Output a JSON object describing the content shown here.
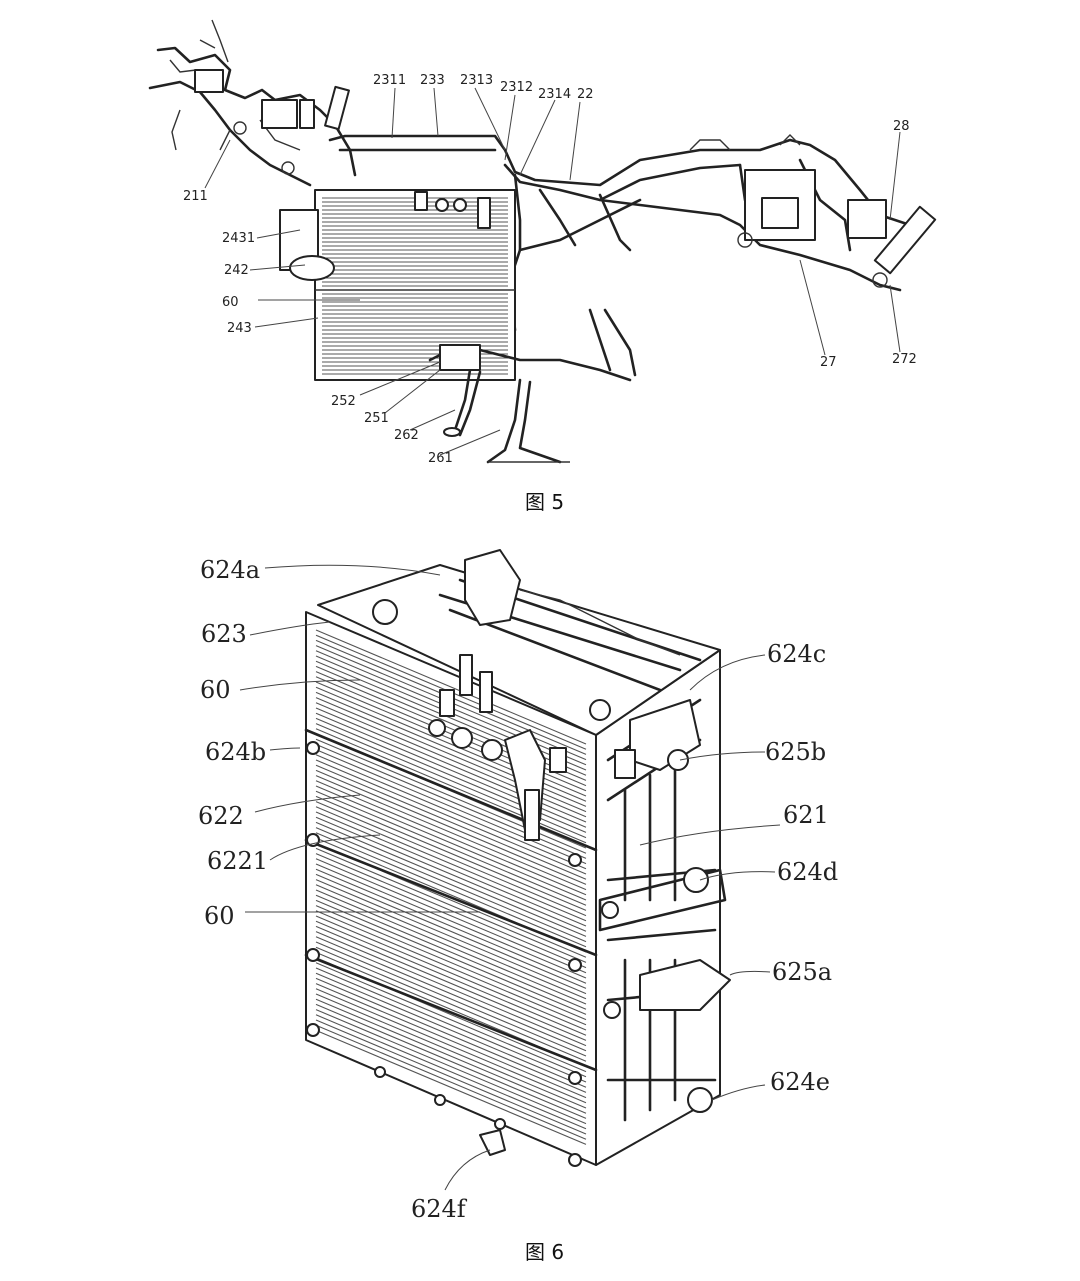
{
  "figure5": {
    "caption": "图 5",
    "labels": {
      "l2311": "2311",
      "l233": "233",
      "l2313": "2313",
      "l2312": "2312",
      "l2314": "2314",
      "l22": "22",
      "l28": "28",
      "l211": "211",
      "l2431": "2431",
      "l242": "242",
      "l60": "60",
      "l243": "243",
      "l252": "252",
      "l251": "251",
      "l262": "262",
      "l261": "261",
      "l27": "27",
      "l272": "272"
    }
  },
  "figure6": {
    "caption": "图 6",
    "labels": {
      "l624a": "624a",
      "l623": "623",
      "l60a": "60",
      "l624b": "624b",
      "l622": "622",
      "l6221": "6221",
      "l60b": "60",
      "l624c": "624c",
      "l625b": "625b",
      "l621": "621",
      "l624d": "624d",
      "l625a": "625a",
      "l624e": "624e",
      "l624f": "624f"
    }
  }
}
